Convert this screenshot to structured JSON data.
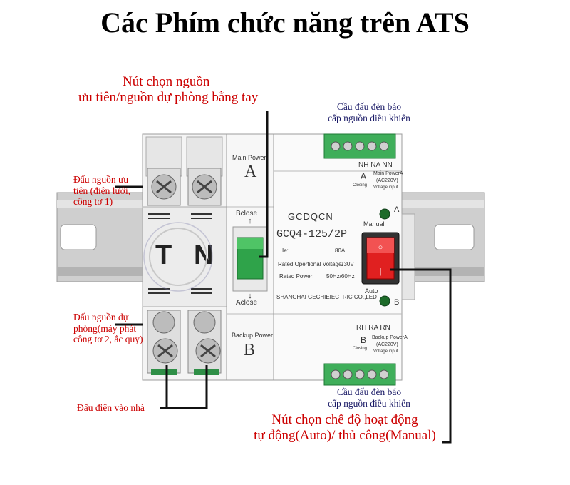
{
  "title": "Các Phím chức năng trên ATS",
  "callouts": {
    "manual_select": [
      "Nút chọn nguồn",
      "ưu tiên/nguồn dự phòng bằng tay"
    ],
    "ctrl_top": [
      "Cầu đấu đèn báo",
      "cấp nguồn điều khiển"
    ],
    "main_input": [
      "Đấu nguồn ưu",
      "tiên (điện lưới,",
      "công tơ 1)"
    ],
    "backup_input": [
      "Đấu nguồn dự",
      "phòng(máy phát",
      "công tơ 2, ắc quy)"
    ],
    "house_output": "Đấu điện vào nhà",
    "ctrl_bottom": [
      "Cầu đấu đèn báo",
      "cấp nguồn điều khiển"
    ],
    "mode_select": [
      "Nút chọn chế độ hoạt động",
      "tự động(Auto)/ thủ công(Manual)"
    ]
  },
  "device": {
    "main_power": "Main Power",
    "main_letter": "A",
    "backup_power": "Backup Power",
    "backup_letter": "B",
    "bclose": "Bclose",
    "aclose": "Aclose",
    "brand": "GCDQCN",
    "model": "GCQ4-125/2P",
    "ie_label": "Ie:",
    "ie_value": "80A",
    "voltage_label": "Rated Opertional Voltage:",
    "voltage_value": "230V",
    "power_label": "Rated Power:",
    "power_value": "50Hz/60Hz",
    "maker": "SHANGHAI GECHIEIECTRIC CO.,LED",
    "manual": "Manual",
    "auto": "Auto",
    "led_a": "A",
    "led_b": "B",
    "top_terms": "NH  NA  NN",
    "bottom_terms": "RH  RA  RN",
    "term_a": "A",
    "term_b": "B",
    "main_power_a": "Main PowerA",
    "backup_power_a": "Backup PowerA",
    "ac220": "(AC220V)",
    "voltage_input": "Voltage input",
    "closing": "Closing",
    "letter_t": "T",
    "letter_n": "N"
  },
  "colors": {
    "callout_red": "#cc0000",
    "callout_navy": "#1a1a66",
    "terminal_green": "#3fae5a",
    "handle_green": "#2fa34a",
    "switch_red": "#e02020",
    "rail": "#c9c9c9"
  }
}
